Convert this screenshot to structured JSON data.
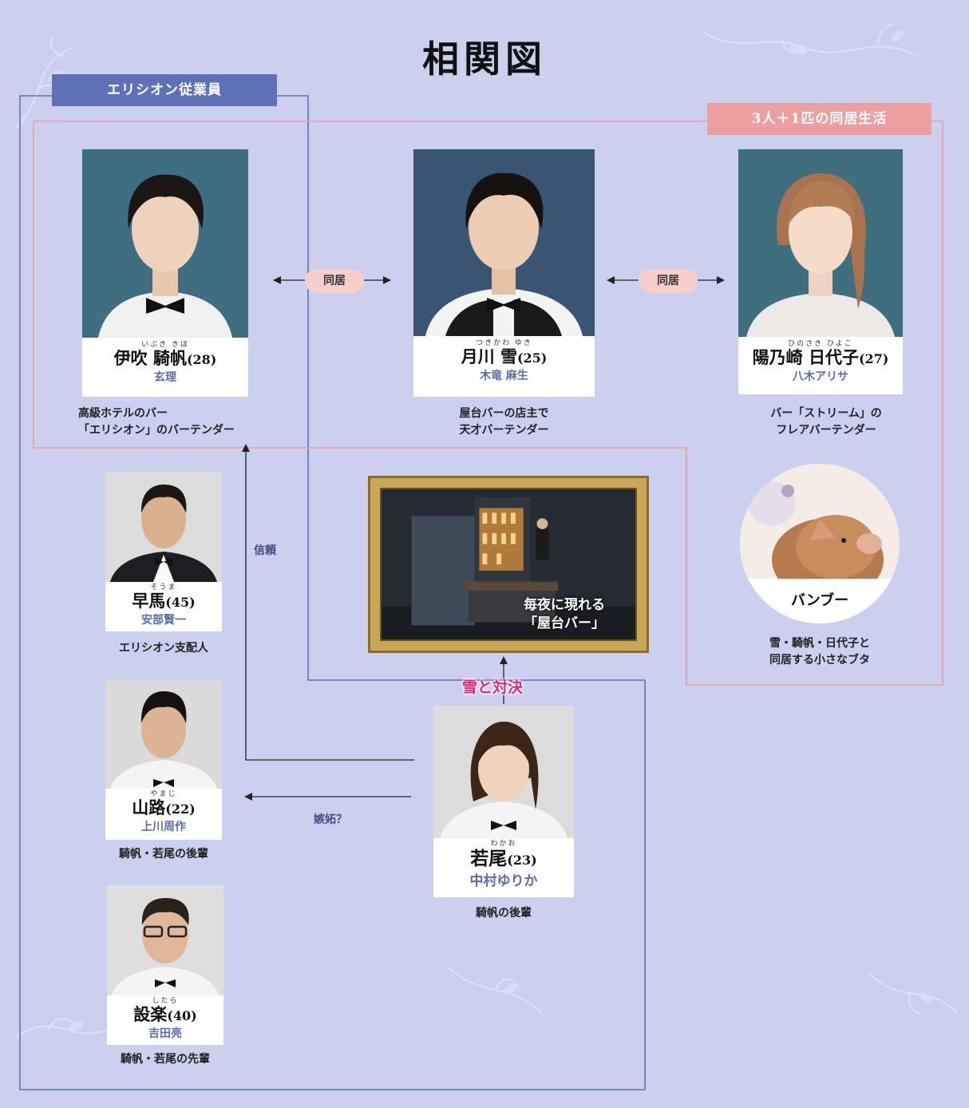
{
  "title": "相関図",
  "groups": {
    "staff": "エリシオン従業員",
    "house": "3人＋1匹の同居生活"
  },
  "colors": {
    "background": "#cbd0ee",
    "staff_line": "#5f71b6",
    "house_line": "#ec9f9f",
    "actor_text": "#5a6db0",
    "highlight": "#e0297d",
    "pill": "#f6cfc9"
  },
  "characters": {
    "ibuki": {
      "ruby": "いぶき きほ",
      "name": "伊吹 騎帆",
      "age": "(28)",
      "actor": "玄理",
      "desc": "高級ホテルのバー\n「エリシオン」のバーテンダー"
    },
    "tsukikawa": {
      "ruby": "つきかわ ゆき",
      "name": "月川 雪",
      "age": "(25)",
      "actor": "木竜 麻生",
      "desc": "屋台バーの店主で\n天才バーテンダー"
    },
    "hinosaki": {
      "ruby": "ひのさき ひよこ",
      "name": "陽乃崎 日代子",
      "age": "(27)",
      "actor": "八木アリサ",
      "desc": "バー「ストリーム」の\nフレアバーテンダー"
    },
    "soma": {
      "ruby": "そうま",
      "name": "早馬",
      "age": "(45)",
      "actor": "安部賢一",
      "desc": "エリシオン支配人"
    },
    "yamaji": {
      "ruby": "やまじ",
      "name": "山路",
      "age": "(22)",
      "actor": "上川周作",
      "desc": "騎帆・若尾の後輩"
    },
    "shitara": {
      "ruby": "したら",
      "name": "設楽",
      "age": "(40)",
      "actor": "吉田亮",
      "desc": "騎帆・若尾の先輩"
    },
    "wakao": {
      "ruby": "わかお",
      "name": "若尾",
      "age": "(23)",
      "actor": "中村ゆりか",
      "desc": "騎帆の後輩"
    }
  },
  "pig": {
    "name": "バンブー",
    "desc": "雪・騎帆・日代子と\n同居する小さなブタ"
  },
  "yatai": {
    "caption": "毎夜に現れる\n「屋台バー」"
  },
  "relations": {
    "doukyo_left": "同居",
    "doukyo_right": "同居",
    "trust": "信頼",
    "jealousy": "嫉妬？",
    "showdown": "雪と対決"
  },
  "icons": [
    "arrow-icon",
    "vine-pattern"
  ]
}
